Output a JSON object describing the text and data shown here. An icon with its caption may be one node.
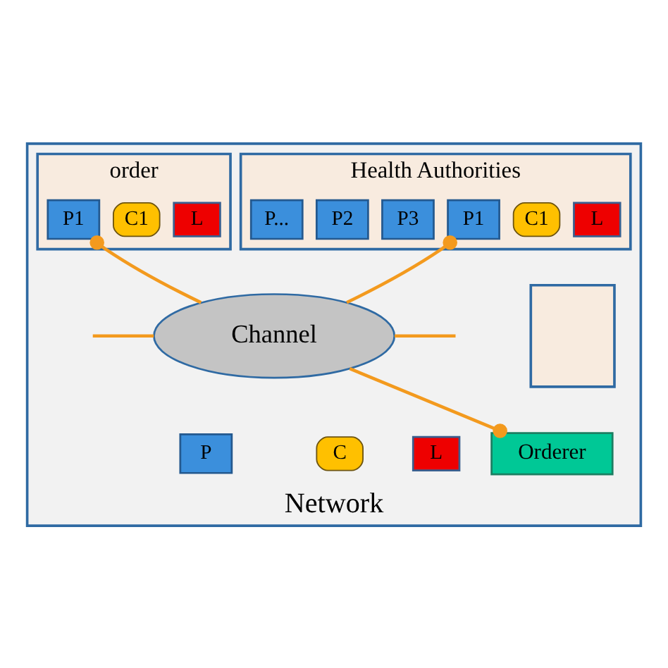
{
  "diagram": {
    "nodes": [
      {
        "text": [
          "Network"
        ]
      },
      {
        "text": [
          "order"
        ],
        "in": 0
      },
      {
        "text": [
          "P1"
        ],
        "in": 1
      },
      {
        "text": [
          "C1"
        ],
        "in": 1
      },
      {
        "text": [
          "L"
        ],
        "in": 1
      },
      {
        "text": [
          "Health Authorities"
        ],
        "in": 0
      },
      {
        "text": [
          "P..."
        ],
        "in": 5
      },
      {
        "text": [
          "P2"
        ],
        "in": 5
      },
      {
        "text": [
          "P3"
        ],
        "in": 5
      },
      {
        "text": [
          "P1"
        ],
        "in": 5
      },
      {
        "text": [
          "C1"
        ],
        "in": 5
      },
      {
        "text": [
          "L"
        ],
        "in": 5
      },
      {
        "text": [],
        "shape": "box",
        "in": 0
      },
      {
        "text": [
          "Channel"
        ],
        "in": 0
      },
      {
        "text": [
          "Orderer"
        ],
        "in": 0
      },
      {
        "text": [
          "P"
        ],
        "in": 0
      },
      {
        "text": [
          "C"
        ],
        "in": 0
      },
      {
        "text": [
          "L"
        ],
        "in": 0
      }
    ],
    "edges": [
      {
        "from": null,
        "to": 13,
        "arrow": "none"
      },
      {
        "from": 2,
        "to": 13,
        "arrow": "other"
      },
      {
        "from": 9,
        "to": 13,
        "arrow": "other"
      },
      {
        "from": 13,
        "to": null,
        "arrow": "none"
      },
      {
        "from": 14,
        "to": 13,
        "arrow": "other"
      }
    ]
  }
}
